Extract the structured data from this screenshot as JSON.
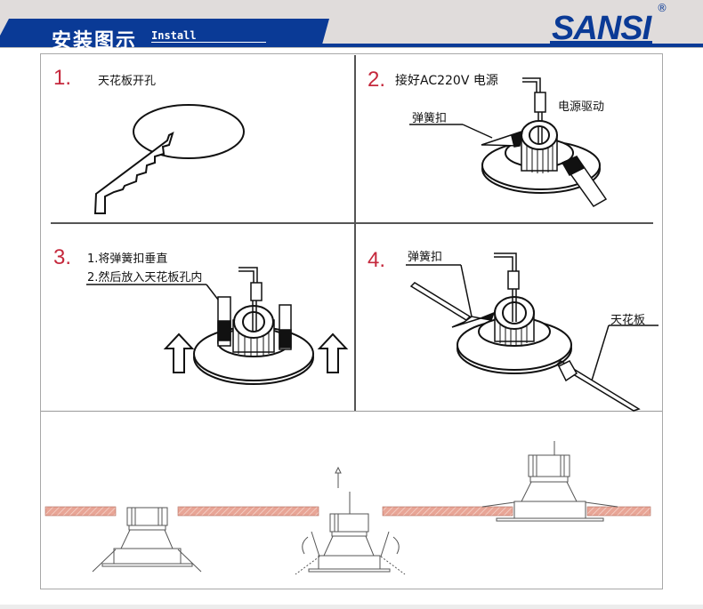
{
  "header": {
    "title": "安装图示",
    "subtitle": "Install",
    "brand": "SANSI",
    "registered_mark": "®",
    "colors": {
      "band": "#0a3a96",
      "background": "#e0dcdb",
      "accent_number": "#c5283c",
      "ceiling_hatch": "#e49a8a"
    }
  },
  "steps": [
    {
      "number": "1",
      "dot": ".",
      "labels": [
        "天花板开孔"
      ],
      "illustration": "saw-cutting-ceiling-hole"
    },
    {
      "number": "2",
      "dot": ".",
      "labels": [
        "接好AC220V 电源",
        "电源驱动",
        "弹簧扣"
      ],
      "illustration": "connect-power-driver"
    },
    {
      "number": "3",
      "dot": ".",
      "labels": [
        "1.将弹簧扣垂直",
        "2.然后放入天花板孔内"
      ],
      "illustration": "springs-vertical-insert"
    },
    {
      "number": "4",
      "dot": ".",
      "labels": [
        "弹簧扣",
        "天花板"
      ],
      "illustration": "springs-clamp-ceiling"
    }
  ],
  "side_view": {
    "stages": [
      "below-ceiling",
      "pushing-up",
      "installed"
    ]
  }
}
